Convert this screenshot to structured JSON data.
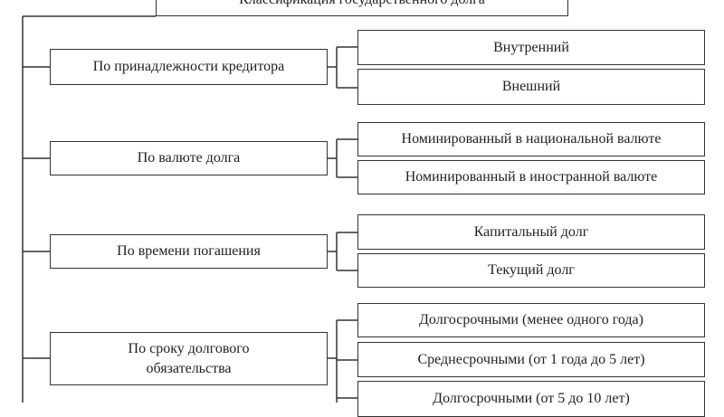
{
  "title": "Классификация государственного долга",
  "categories": [
    {
      "label": "По принадлежности кредитора",
      "items": [
        "Внутренний",
        "Внешний"
      ]
    },
    {
      "label": "По валюте долга",
      "items": [
        "Номинированный в национальной валюте",
        "Номинированный в иностранной валюте"
      ]
    },
    {
      "label": "По времени погашения",
      "items": [
        "Капитальный долг",
        "Текущий долг"
      ]
    },
    {
      "label": "По сроку долгового обязательства",
      "items": [
        "Долгосрочными (менее одного года)",
        "Среднесрочными (от 1 года до 5 лет)",
        "Долгосрочными (от 5 до 10 лет)"
      ]
    }
  ]
}
